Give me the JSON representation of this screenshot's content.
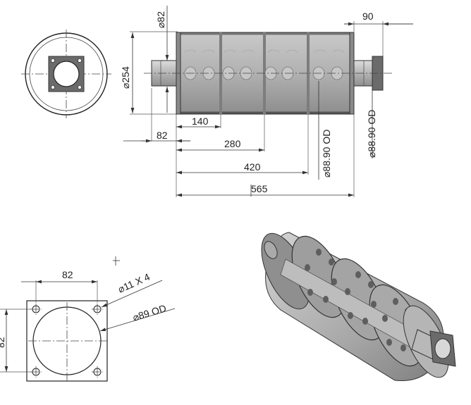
{
  "side_view": {
    "dims": {
      "d82": "⌀82",
      "d254": "⌀254",
      "d90": "90",
      "l140": "140",
      "l82": "82",
      "l280": "280",
      "l420": "420",
      "l565": "565",
      "od_left": "⌀88.90 OD",
      "od_right": "⌀88.90 OD"
    }
  },
  "flange_view": {
    "dims": {
      "width": "82",
      "height": "82",
      "holes": "⌀11 X 4",
      "bore": "⌀89 OD"
    }
  },
  "colors": {
    "body": "#a9a9a9",
    "flange": "#6b6b6b",
    "line": "#222222"
  }
}
